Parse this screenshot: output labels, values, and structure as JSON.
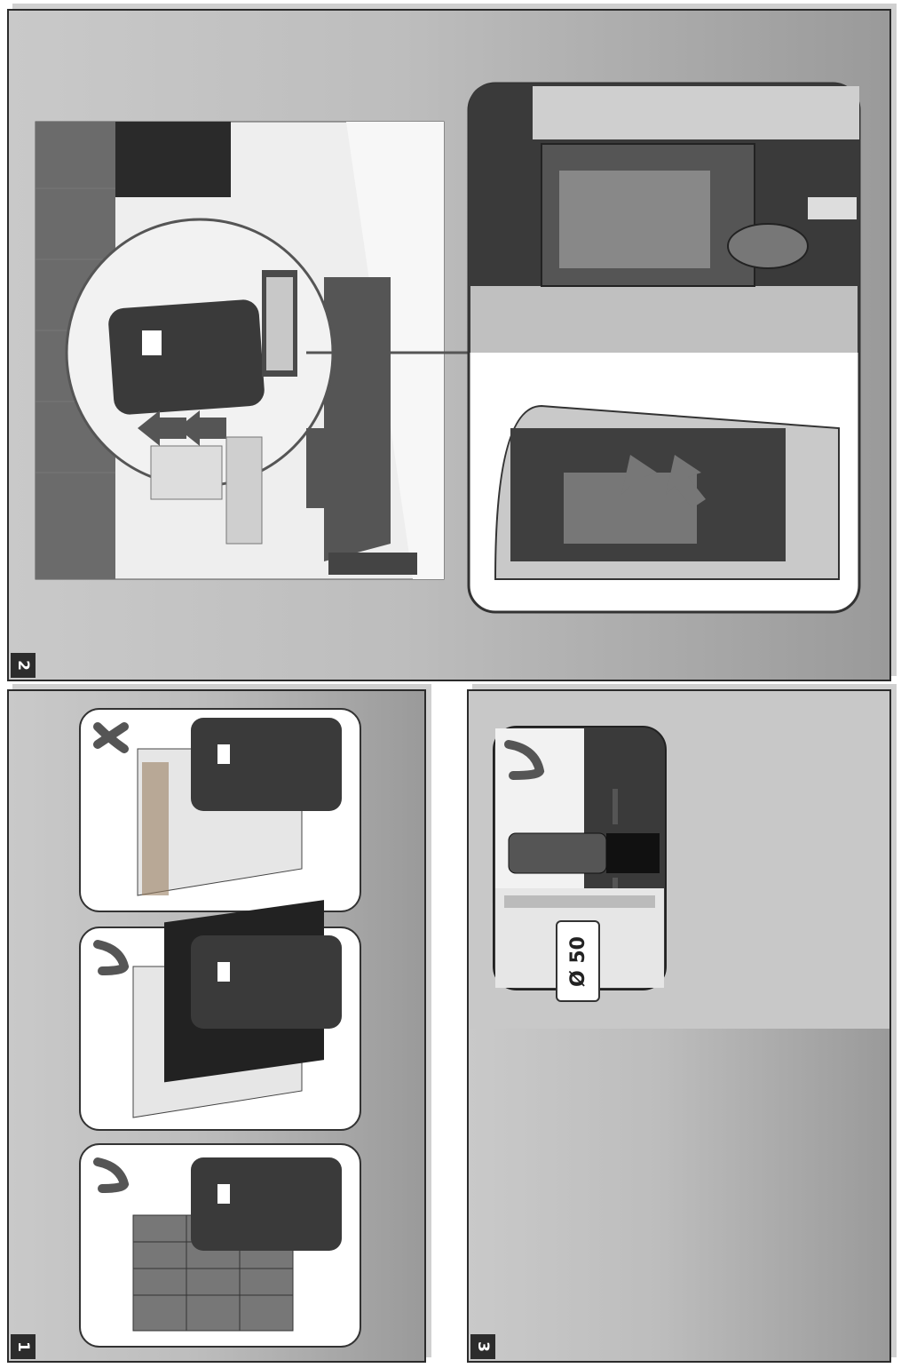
{
  "panels": [
    {
      "number": "2"
    },
    {
      "number": "1"
    },
    {
      "number": "3"
    }
  ],
  "diameter_label": "Ø 50",
  "colors": {
    "panel_gray": "#bdbdbd",
    "frame_dark": "#2b2b2b",
    "device_dark": "#3a3a3a"
  },
  "icons": {
    "ok": "check-mark-icon",
    "not_ok": "cross-mark-icon",
    "direction": "arrow-icon"
  }
}
